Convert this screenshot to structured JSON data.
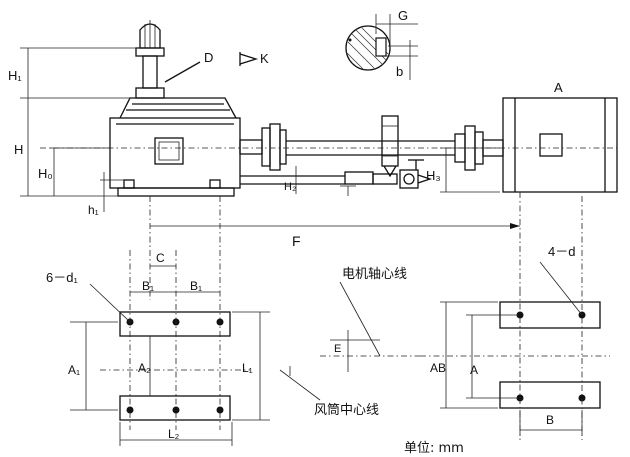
{
  "labels": {
    "H1": "H₁",
    "H": "H",
    "H0": "H₀",
    "h1": "h₁",
    "H2": "H₂",
    "H3": "H₃",
    "D": "D",
    "K": "K",
    "G": "G",
    "b": "b",
    "A_motor": "A",
    "F": "F",
    "C": "C",
    "B1_left": "B₁",
    "B1_right": "B₁",
    "six_d1": "6－d₁",
    "four_d": "4－d",
    "motor_axis": "电机轴心线",
    "E": "E",
    "A1": "A₁",
    "A2": "A₂",
    "L1": "L₁",
    "L2": "L₂",
    "fan_center": "风筒中心线",
    "AB": "AB",
    "A_plan": "A",
    "B": "B",
    "unit": "单位: mm"
  }
}
